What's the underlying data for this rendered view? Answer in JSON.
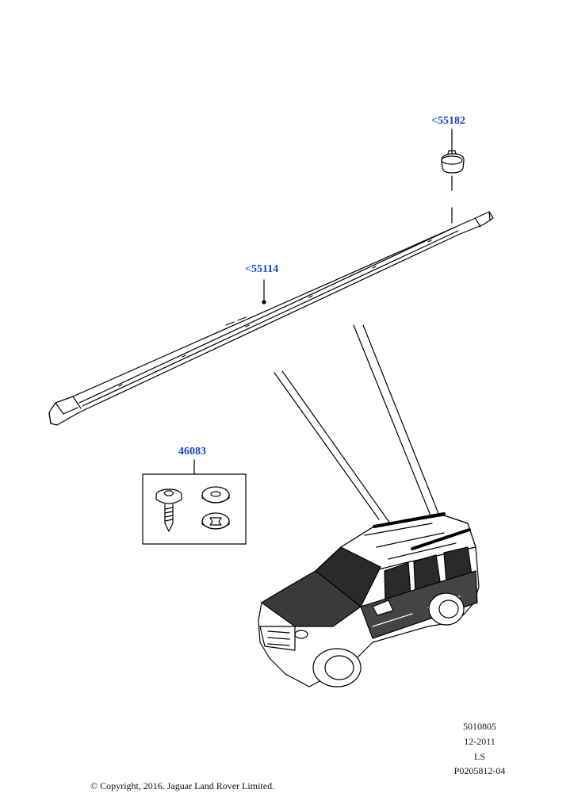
{
  "callouts": {
    "cap_part": "<55182",
    "rail_part": "<55114",
    "fixing_kit_part": "46083"
  },
  "info_block": {
    "line1": "5010805",
    "line2": "12-2011",
    "line3": "LS",
    "line4": "P0205812-04"
  },
  "copyright": "© Copyright, 2016. Jaguar Land Rover Limited.",
  "colors": {
    "callout_text": "#1a3fd6",
    "line_art": "#000000",
    "background": "#ffffff"
  }
}
